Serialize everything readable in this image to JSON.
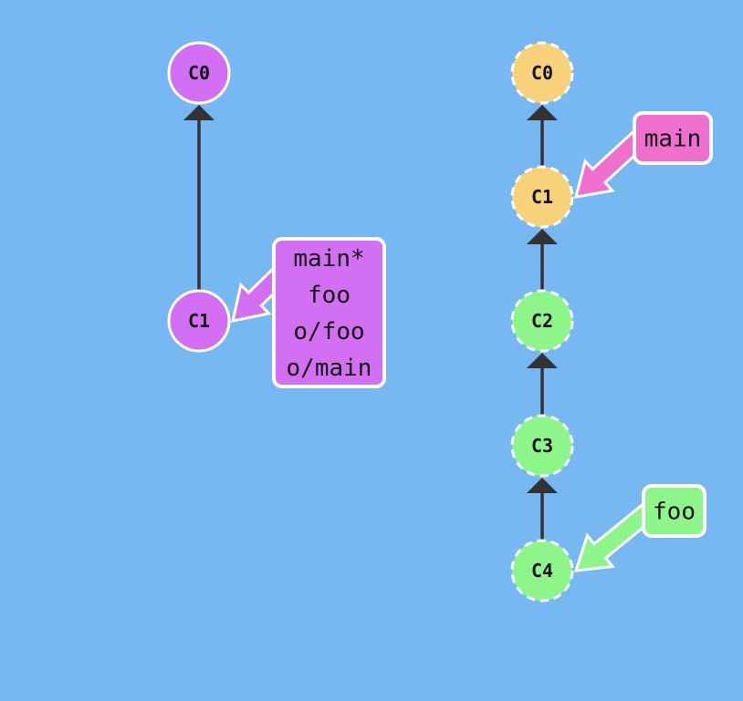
{
  "colors": {
    "background": "#77b8f3",
    "edge": "#333333",
    "purple": "#d36ff3",
    "orange": "#f7d27b",
    "green": "#8df58a",
    "pink": "#ee6fce",
    "white": "#ffffff"
  },
  "local": {
    "commits": [
      {
        "id": "C0",
        "label": "C0",
        "color": "purple",
        "dashed": false
      },
      {
        "id": "C1",
        "label": "C1",
        "color": "purple",
        "dashed": false
      }
    ],
    "edges": [
      {
        "from": "C1",
        "to": "C0"
      }
    ],
    "branch_tag": {
      "target": "C1",
      "color": "purple",
      "lines": [
        "main*",
        "foo",
        "o/foo",
        "o/main"
      ]
    }
  },
  "remote": {
    "commits": [
      {
        "id": "C0",
        "label": "C0",
        "color": "orange",
        "dashed": true
      },
      {
        "id": "C1",
        "label": "C1",
        "color": "orange",
        "dashed": true
      },
      {
        "id": "C2",
        "label": "C2",
        "color": "green",
        "dashed": true
      },
      {
        "id": "C3",
        "label": "C3",
        "color": "green",
        "dashed": true
      },
      {
        "id": "C4",
        "label": "C4",
        "color": "green",
        "dashed": true
      }
    ],
    "edges": [
      {
        "from": "C1",
        "to": "C0"
      },
      {
        "from": "C2",
        "to": "C1"
      },
      {
        "from": "C3",
        "to": "C2"
      },
      {
        "from": "C4",
        "to": "C3"
      }
    ],
    "branch_tags": [
      {
        "target": "C1",
        "color": "pink",
        "lines": [
          "main"
        ]
      },
      {
        "target": "C4",
        "color": "green",
        "lines": [
          "foo"
        ]
      }
    ]
  }
}
